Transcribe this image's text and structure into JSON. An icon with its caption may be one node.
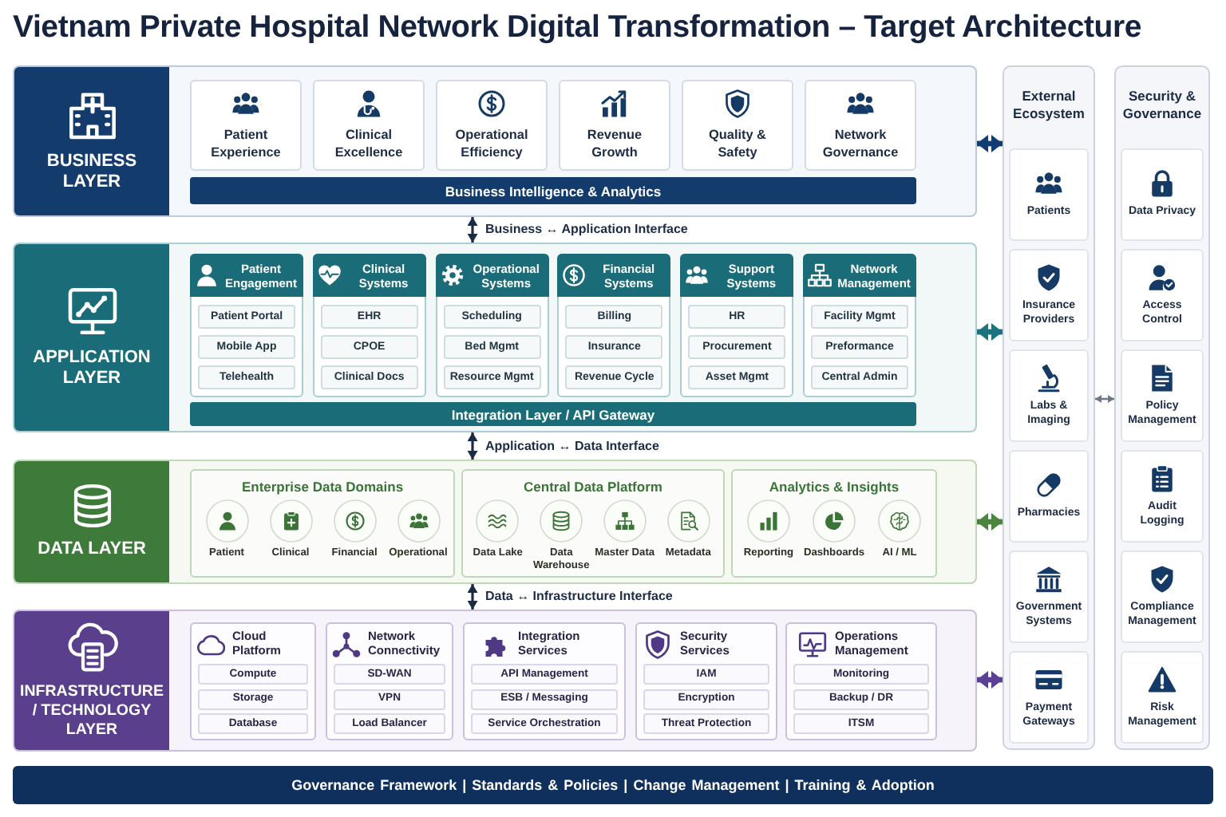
{
  "diagram": {
    "title": "Vietnam Private Hospital Network Digital Transformation – Target Architecture",
    "nodes": [
      {
        "text": [
          "BUSINESS LAYER"
        ]
      },
      {
        "text": [
          "Patient Experience"
        ],
        "in": 0
      },
      {
        "text": [
          "Clinical Excellence"
        ],
        "in": 0
      },
      {
        "text": [
          "Operational Efficiency"
        ],
        "in": 0
      },
      {
        "text": [
          "Revenue Growth"
        ],
        "in": 0
      },
      {
        "text": [
          "Quality & Safety"
        ],
        "in": 0
      },
      {
        "text": [
          "Network Governance"
        ],
        "in": 0
      },
      {
        "text": [
          "Business Intelligence & Analytics"
        ],
        "in": 0
      },
      {
        "text": [
          "APPLICATION LAYER"
        ]
      },
      {
        "text": [
          "Patient Engagement"
        ],
        "in": 8
      },
      {
        "text": [
          "Patient Portal"
        ],
        "in": 9
      },
      {
        "text": [
          "Mobile App"
        ],
        "in": 9
      },
      {
        "text": [
          "Telehealth"
        ],
        "in": 9
      },
      {
        "text": [
          "Clinical Systems"
        ],
        "in": 8
      },
      {
        "text": [
          "EHR"
        ],
        "in": 13
      },
      {
        "text": [
          "CPOE"
        ],
        "in": 13
      },
      {
        "text": [
          "Clinical Docs"
        ],
        "in": 13
      },
      {
        "text": [
          "Operational Systems"
        ],
        "in": 8
      },
      {
        "text": [
          "Scheduling"
        ],
        "in": 17
      },
      {
        "text": [
          "Bed Mgmt"
        ],
        "in": 17
      },
      {
        "text": [
          "Resource Mgmt"
        ],
        "in": 17
      },
      {
        "text": [
          "Financial Systems"
        ],
        "in": 8
      },
      {
        "text": [
          "Billing"
        ],
        "in": 21
      },
      {
        "text": [
          "Insurance"
        ],
        "in": 21
      },
      {
        "text": [
          "Revenue Cycle"
        ],
        "in": 21
      },
      {
        "text": [
          "Support Systems"
        ],
        "in": 8
      },
      {
        "text": [
          "HR"
        ],
        "in": 25
      },
      {
        "text": [
          "Procurement"
        ],
        "in": 25
      },
      {
        "text": [
          "Asset Mgmt"
        ],
        "in": 25
      },
      {
        "text": [
          "Network Management"
        ],
        "in": 8
      },
      {
        "text": [
          "Facility Mgmt"
        ],
        "in": 29
      },
      {
        "text": [
          "Preformance"
        ],
        "in": 29
      },
      {
        "text": [
          "Central Admin"
        ],
        "in": 29
      },
      {
        "text": [
          "Integration Layer / API Gateway"
        ],
        "in": 8
      },
      {
        "text": [
          "DATA LAYER"
        ]
      },
      {
        "text": [
          "Enterprise Data Domains"
        ],
        "in": 34
      },
      {
        "text": [
          "Patient"
        ],
        "in": 35
      },
      {
        "text": [
          "Clinical"
        ],
        "in": 35
      },
      {
        "text": [
          "Financial"
        ],
        "in": 35
      },
      {
        "text": [
          "Operational"
        ],
        "in": 35
      },
      {
        "text": [
          "Central Data Platform"
        ],
        "in": 34
      },
      {
        "text": [
          "Data Lake"
        ],
        "in": 40
      },
      {
        "text": [
          "Data Warehouse"
        ],
        "in": 40
      },
      {
        "text": [
          "Master Data"
        ],
        "in": 40
      },
      {
        "text": [
          "Metadata"
        ],
        "in": 40
      },
      {
        "text": [
          "Analytics & Insights"
        ],
        "in": 34
      },
      {
        "text": [
          "Reporting"
        ],
        "in": 45
      },
      {
        "text": [
          "Dashboards"
        ],
        "in": 45
      },
      {
        "text": [
          "AI / ML"
        ],
        "in": 45
      },
      {
        "text": [
          "INFRASTRUCTURE / TECHNOLOGY LAYER"
        ]
      },
      {
        "text": [
          "Cloud Platform"
        ],
        "in": 49
      },
      {
        "text": [
          "Compute"
        ],
        "in": 50
      },
      {
        "text": [
          "Storage"
        ],
        "in": 50
      },
      {
        "text": [
          "Database"
        ],
        "in": 50
      },
      {
        "text": [
          "Network Connectivity"
        ],
        "in": 49
      },
      {
        "text": [
          "SD-WAN"
        ],
        "in": 54
      },
      {
        "text": [
          "VPN"
        ],
        "in": 54
      },
      {
        "text": [
          "Load Balancer"
        ],
        "in": 54
      },
      {
        "text": [
          "Integration Services"
        ],
        "in": 49
      },
      {
        "text": [
          "API Management"
        ],
        "in": 58
      },
      {
        "text": [
          "ESB / Messaging"
        ],
        "in": 58
      },
      {
        "text": [
          "Service Orchestration"
        ],
        "in": 58
      },
      {
        "text": [
          "Security Services"
        ],
        "in": 49
      },
      {
        "text": [
          "IAM"
        ],
        "in": 62
      },
      {
        "text": [
          "Encryption"
        ],
        "in": 62
      },
      {
        "text": [
          "Threat Protection"
        ],
        "in": 62
      },
      {
        "text": [
          "Operations Management"
        ],
        "in": 49
      },
      {
        "text": [
          "Monitoring"
        ],
        "in": 66
      },
      {
        "text": [
          "Backup / DR"
        ],
        "in": 66
      },
      {
        "text": [
          "ITSM"
        ],
        "in": 66
      },
      {
        "text": [
          "External Ecosystem"
        ]
      },
      {
        "text": [
          "Patients"
        ],
        "in": 70
      },
      {
        "text": [
          "Insurance Providers"
        ],
        "in": 70
      },
      {
        "text": [
          "Labs & Imaging"
        ],
        "in": 70
      },
      {
        "text": [
          "Pharmacies"
        ],
        "in": 70
      },
      {
        "text": [
          "Government Systems"
        ],
        "in": 70
      },
      {
        "text": [
          "Payment Gateways"
        ],
        "in": 70
      },
      {
        "text": [
          "Security & Governance"
        ]
      },
      {
        "text": [
          "Data Privacy"
        ],
        "in": 77
      },
      {
        "text": [
          "Access Control"
        ],
        "in": 77
      },
      {
        "text": [
          "Policy Management"
        ],
        "in": 77
      },
      {
        "text": [
          "Audit Logging"
        ],
        "in": 77
      },
      {
        "text": [
          "Compliance Management"
        ],
        "in": 77
      },
      {
        "text": [
          "Risk Management"
        ],
        "in": 77
      },
      {
        "text": [
          "Governance Framework | Standards & Policies | Change Management | Training & Adoption"
        ]
      }
    ],
    "edges": [
      {
        "from": 0,
        "to": 8,
        "arrow": "both",
        "label": "Business ↔ Application Interface"
      },
      {
        "from": 8,
        "to": 34,
        "arrow": "both",
        "label": "Application ↔ Data Interface"
      },
      {
        "from": 34,
        "to": 49,
        "arrow": "both",
        "label": "Data ↔ Infrastructure Interface"
      },
      {
        "from": 0,
        "to": 70,
        "arrow": "both",
        "style": "thick",
        "color": "#123d70"
      },
      {
        "from": 8,
        "to": 70,
        "arrow": "both",
        "style": "thick",
        "color": "#1b7480"
      },
      {
        "from": 34,
        "to": 70,
        "arrow": "both",
        "style": "thick",
        "color": "#4b853f"
      },
      {
        "from": 49,
        "to": 70,
        "arrow": "both",
        "style": "thick",
        "color": "#5b3f93"
      },
      {
        "from": 70,
        "to": 77,
        "arrow": "both",
        "color": "#6f7886"
      }
    ]
  }
}
